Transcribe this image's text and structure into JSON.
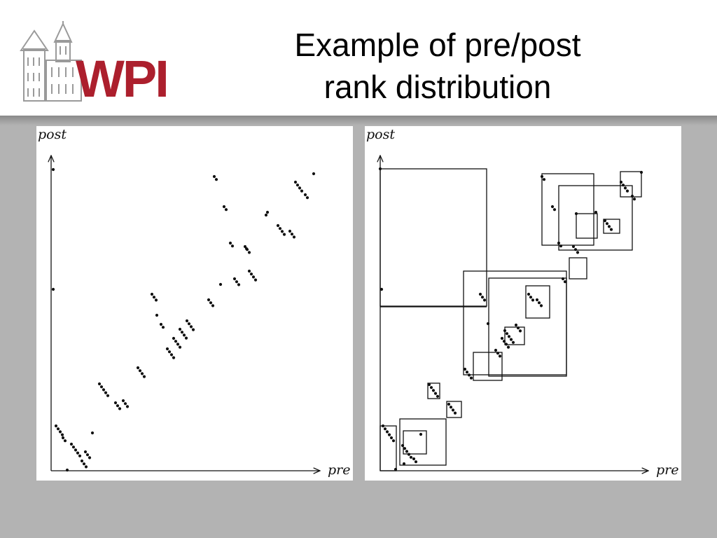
{
  "header": {
    "logo_text": "WPI",
    "title_lines": [
      "Example of pre/post",
      "rank distribution"
    ]
  },
  "colors": {
    "brand_red": "#ac1f2d",
    "background_gray": "#b3b3b3"
  },
  "plots": [
    {
      "id": "pre-post-distribution",
      "y_axis_label": "post",
      "x_axis_label": "pre"
    },
    {
      "id": "pre-post-distribution-with-regions",
      "y_axis_label": "post",
      "x_axis_label": "pre"
    }
  ]
}
